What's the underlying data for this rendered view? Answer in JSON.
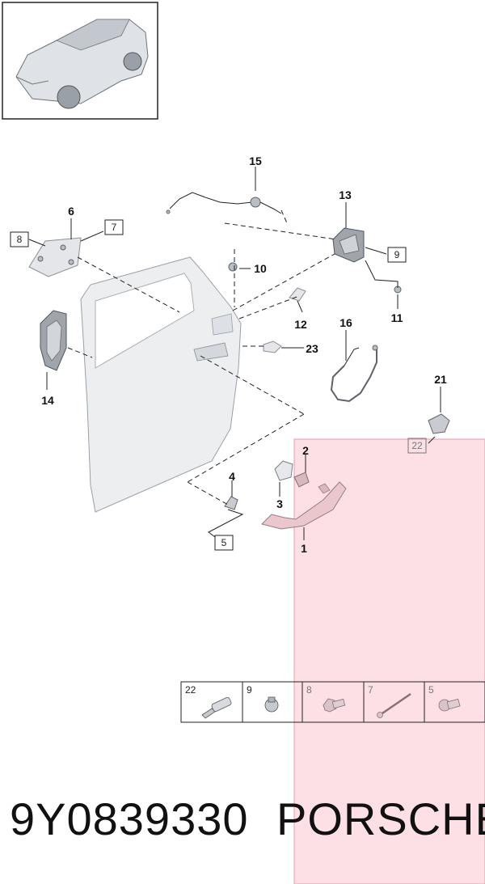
{
  "callouts": {
    "c1": "1",
    "c2": "2",
    "c3": "3",
    "c4": "4",
    "c5": "5",
    "c6": "6",
    "c7": "7",
    "c8": "8",
    "c9": "9",
    "c10": "10",
    "c11": "11",
    "c12": "12",
    "c13": "13",
    "c14": "14",
    "c15": "15",
    "c16": "16",
    "c21": "21",
    "c22": "22",
    "c23": "23"
  },
  "fastener_table": [
    {
      "number": "22",
      "icon": "rivet-icon"
    },
    {
      "number": "9",
      "icon": "clip-icon"
    },
    {
      "number": "8",
      "icon": "hex-bolt-icon"
    },
    {
      "number": "7",
      "icon": "long-screw-icon"
    },
    {
      "number": "5",
      "icon": "flange-bolt-icon"
    }
  ],
  "footer": {
    "part_number": "9Y0839330",
    "brand": "PORSCHE"
  },
  "colors": {
    "highlight_fill": "#fde0e5",
    "highlight_border": "#e79aa8",
    "line": "#222222",
    "part_fill": "#e4e6e9"
  }
}
